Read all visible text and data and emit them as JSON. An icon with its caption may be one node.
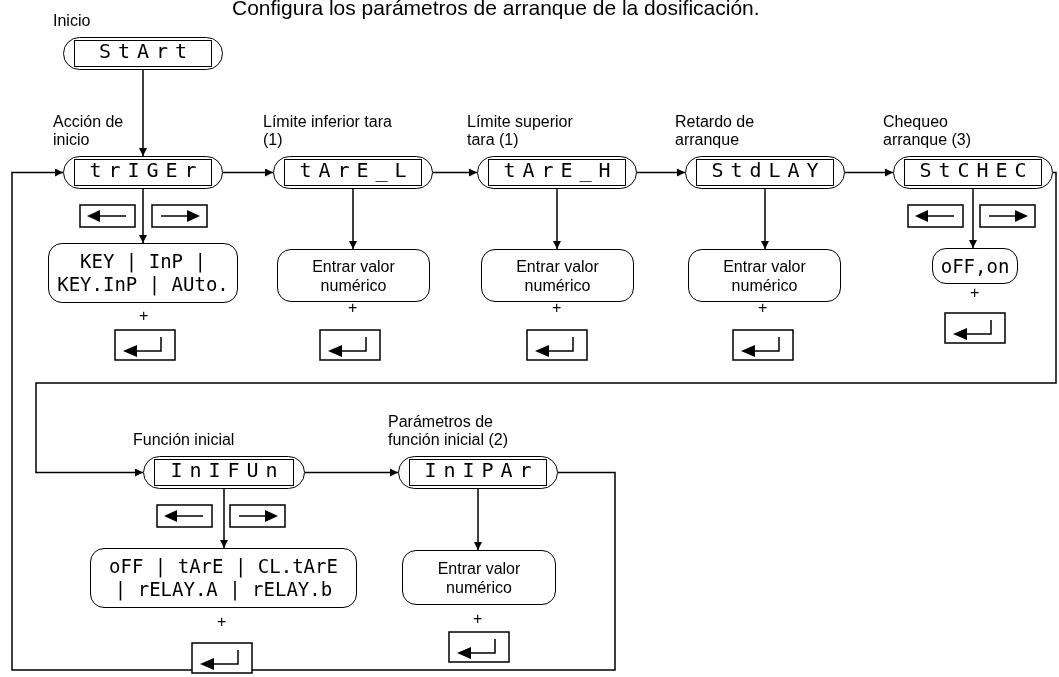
{
  "diagram": {
    "title": "Configura los parámetros de arranque de la dosificación.",
    "nodes": [
      {
        "text": [
          "Inicio",
          "StArt"
        ]
      },
      {
        "text": [
          "Acción de inicio",
          "trIGEr"
        ]
      },
      {
        "text": [
          "Límite inferior tara (1)",
          "tArE_L"
        ]
      },
      {
        "text": [
          "Límite superior tara (1)",
          "tArE_H"
        ]
      },
      {
        "text": [
          "Retardo de arranque",
          "StdLAY"
        ]
      },
      {
        "text": [
          "Chequeo arranque (3)",
          "StCHEC"
        ]
      },
      {
        "text": [
          "KEY | InP | KEY.InP | AUto."
        ]
      },
      {
        "text": [
          "Entrar valor numérico"
        ]
      },
      {
        "text": [
          "Entrar valor numérico"
        ]
      },
      {
        "text": [
          "Entrar valor numérico"
        ]
      },
      {
        "text": [
          "oFF,on"
        ]
      },
      {
        "text": [
          "Función inicial",
          "InIFUn"
        ]
      },
      {
        "text": [
          "Parámetros de función inicial (2)",
          "InIPAr"
        ]
      },
      {
        "text": [
          "oFF | tArE | CL.tArE | rELAY.A | rELAY.b"
        ]
      },
      {
        "text": [
          "Entrar valor numérico"
        ]
      }
    ],
    "edges": [
      {
        "from": 0,
        "to": 1,
        "arrow": "to"
      },
      {
        "from": 1,
        "to": 2,
        "arrow": "to"
      },
      {
        "from": 2,
        "to": 3,
        "arrow": "to"
      },
      {
        "from": 3,
        "to": 4,
        "arrow": "to"
      },
      {
        "from": 4,
        "to": 5,
        "arrow": "to"
      },
      {
        "from": 5,
        "to": 11,
        "arrow": "to"
      },
      {
        "from": 11,
        "to": 12,
        "arrow": "to"
      },
      {
        "from": 12,
        "to": 1,
        "arrow": "to"
      },
      {
        "from": 1,
        "to": 6,
        "arrow": "to"
      },
      {
        "from": 2,
        "to": 7,
        "arrow": "to"
      },
      {
        "from": 3,
        "to": 8,
        "arrow": "to"
      },
      {
        "from": 4,
        "to": 9,
        "arrow": "to"
      },
      {
        "from": 5,
        "to": 10,
        "arrow": "to"
      },
      {
        "from": 11,
        "to": 13,
        "arrow": "to"
      },
      {
        "from": 12,
        "to": 14,
        "arrow": "to"
      }
    ],
    "labels": [
      "+",
      "+",
      "+",
      "+",
      "+",
      "+",
      "+"
    ]
  }
}
